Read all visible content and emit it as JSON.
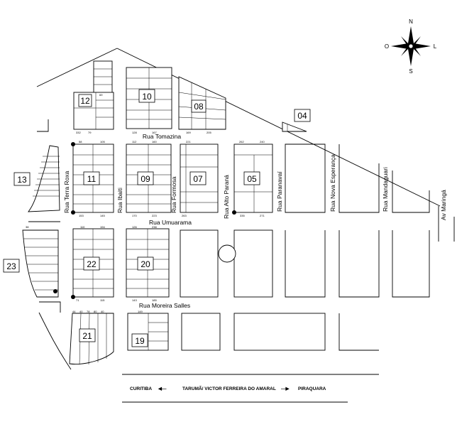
{
  "compass": {
    "n": "N",
    "s": "S",
    "o": "O",
    "l": "L"
  },
  "block_numbers": {
    "b04": "04",
    "b05": "05",
    "b07": "07",
    "b08": "08",
    "b09": "09",
    "b10": "10",
    "b11": "11",
    "b12": "12",
    "b13": "13",
    "b19": "19",
    "b20": "20",
    "b21": "21",
    "b22": "22",
    "b23": "23"
  },
  "streets": {
    "tomazina": "Rua Tomazina",
    "umuarama": "Rua Umuarama",
    "moreira_salles": "Rua Moreira Salles",
    "terra_roxa": "Rua Terra Roxa",
    "ibaiti": "Rua Ibaiti",
    "formosa": "Rua Formosa",
    "alto_parana": "Rua Alto Paraná",
    "paranavai": "Rua Paranavaí",
    "nova_esperanca": "Rua Nova Esperança",
    "mandaguari": "Rua Mandaguari",
    "maringa": "Av Maringá"
  },
  "bottom_road": {
    "curitiba": "CURITIBA",
    "name": "TARUMÃ/ VICTOR FERREIRA DO AMARAL",
    "piraquara": "PIRAQUARA",
    "left_arrow": "◀—",
    "right_arrow": "—▶"
  },
  "lot_numbers": {
    "n332": "332",
    "n79": "79",
    "n128": "128",
    "n167": "167",
    "n169": "169",
    "n205": "205",
    "n58": "58",
    "n105": "105",
    "n112": "112",
    "n160": "160",
    "n221": "221",
    "n262": "262",
    "n240": "240",
    "n153": "153",
    "n145": "145",
    "n170": "170",
    "n223": "223",
    "n263": "263",
    "n335": "335",
    "n271": "271",
    "n110": "110",
    "n194": "194",
    "n126": "126",
    "n238": "238",
    "n71": "71",
    "n115": "115",
    "n143": "143",
    "n185": "185",
    "n44": "44",
    "n149": "149",
    "n69": "69",
    "r21a": "40",
    "r21b": "78",
    "r21c": "80",
    "r21d": "40",
    "n38": "38"
  }
}
